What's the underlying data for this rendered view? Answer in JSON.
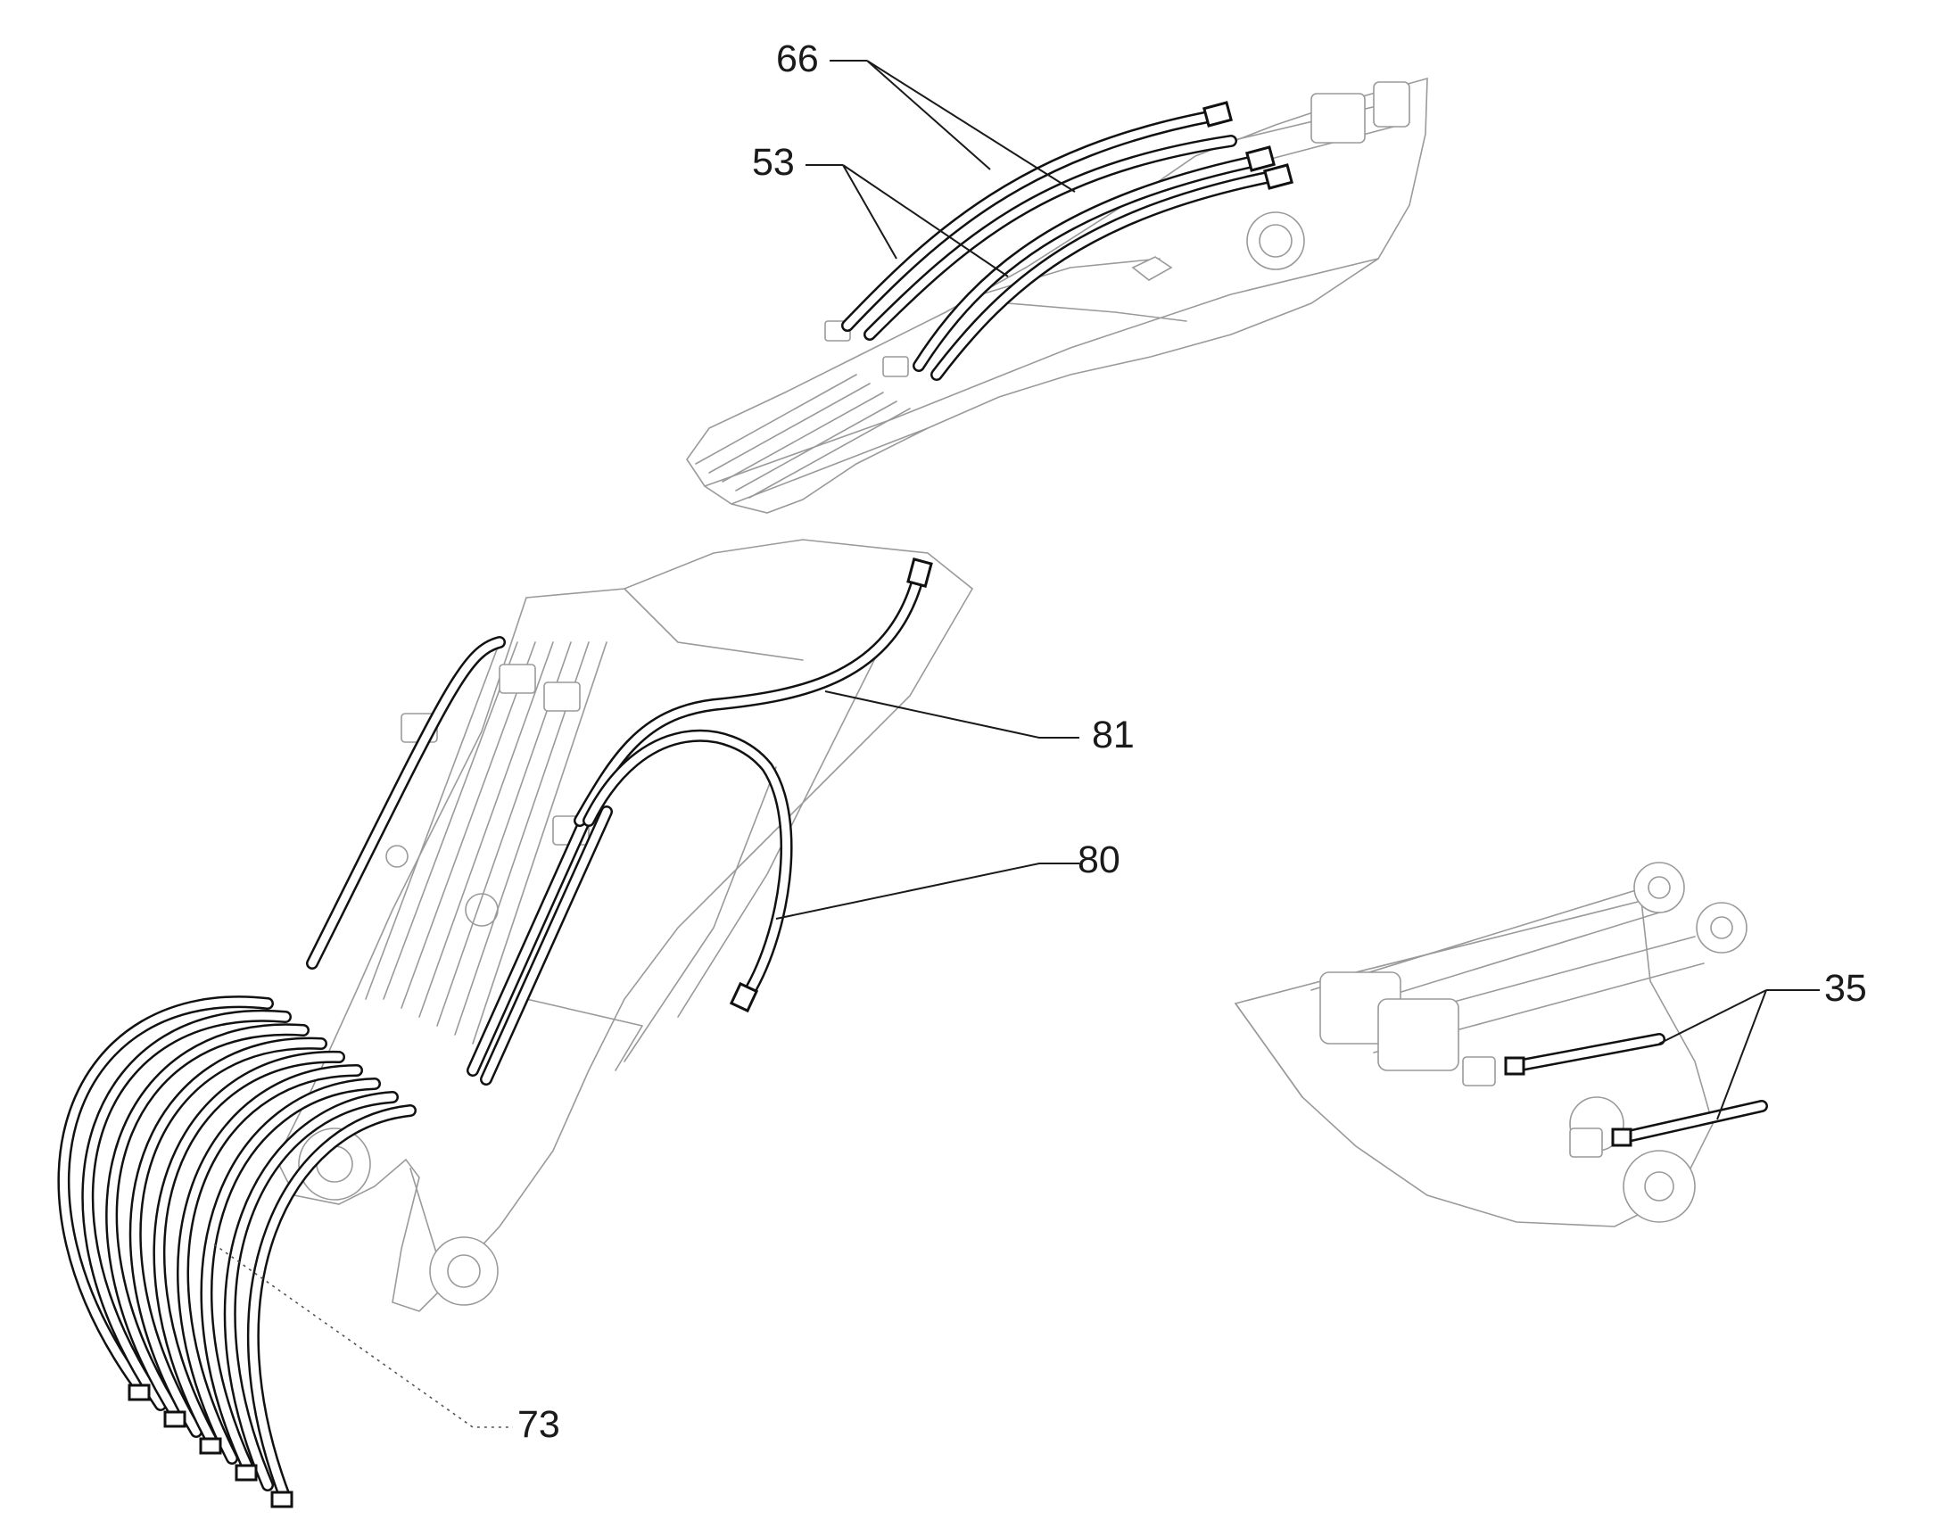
{
  "callouts": [
    {
      "id": "66",
      "label": "66"
    },
    {
      "id": "53",
      "label": "53"
    },
    {
      "id": "81",
      "label": "81"
    },
    {
      "id": "80",
      "label": "80"
    },
    {
      "id": "35",
      "label": "35"
    },
    {
      "id": "73",
      "label": "73"
    }
  ],
  "colors": {
    "ink": "#1a1a1a",
    "ghost": "#9a9a9a",
    "background": "#ffffff"
  }
}
